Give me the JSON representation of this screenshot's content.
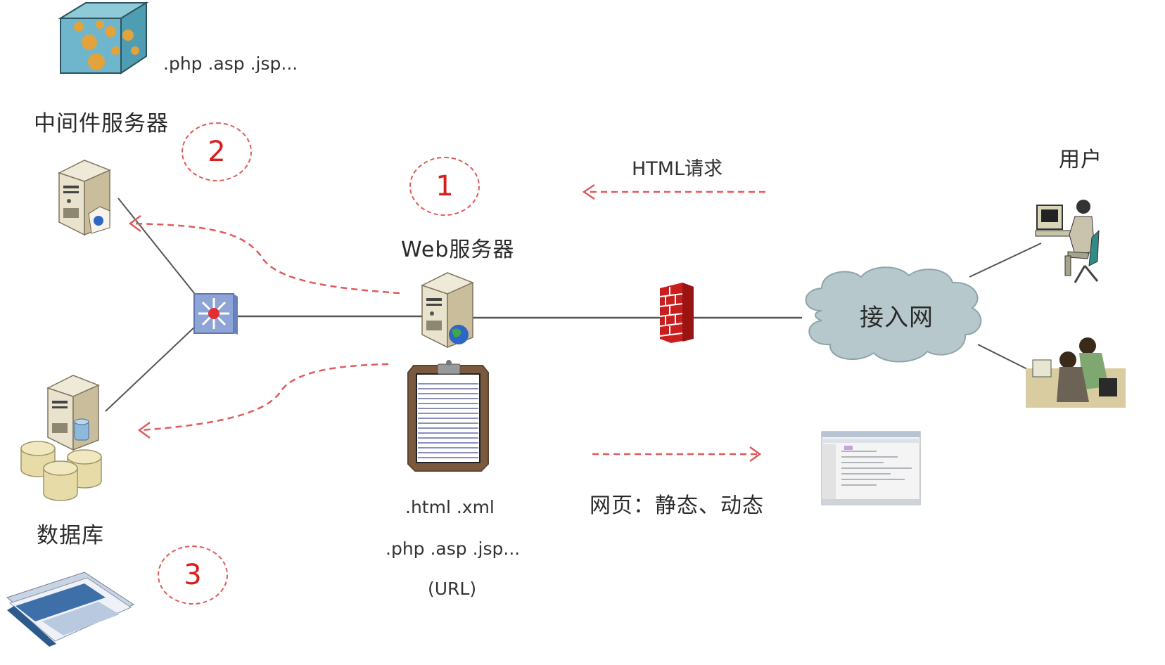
{
  "diagram": {
    "nodes": {
      "middleware_server": {
        "label": "中间件服务器",
        "extensions": ".php  .asp .jsp..."
      },
      "database": {
        "label": "数据库"
      },
      "web_server": {
        "label": "Web服务器",
        "extensions_line1": ".html  .xml",
        "extensions_line2": ".php  .asp .jsp...",
        "extensions_line3": "(URL)"
      },
      "access_network": {
        "label": "接入网"
      },
      "users": {
        "label": "用户"
      }
    },
    "flows": {
      "request": {
        "label": "HTML请求"
      },
      "response": {
        "label": "网页：静态、动态"
      }
    },
    "steps": [
      "1",
      "2",
      "3"
    ],
    "colors": {
      "arrow": "#e05a5a",
      "step_number": "#d91c1c",
      "cloud": "#b7c8cc",
      "connector": "#555555"
    }
  }
}
